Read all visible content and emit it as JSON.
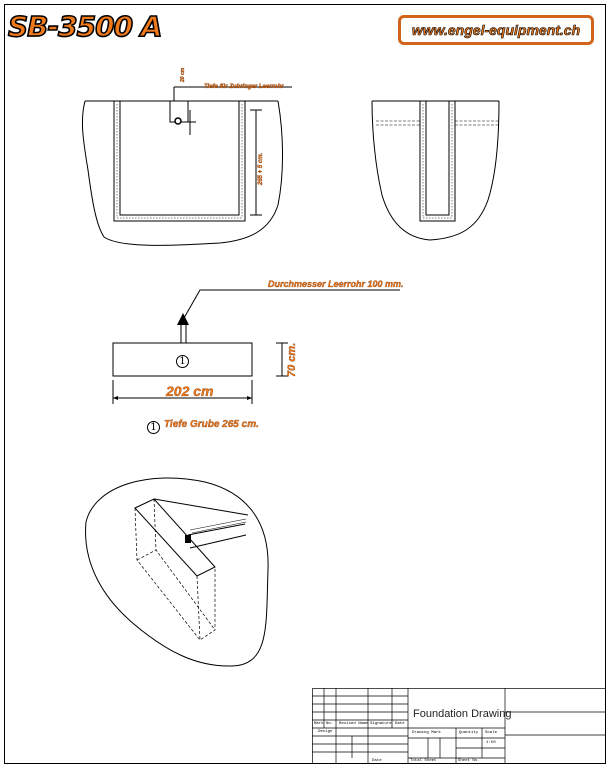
{
  "header": {
    "brand": "SB-3500 A",
    "url": "www.engel-equipment.ch"
  },
  "section_view": {
    "pipe_depth_dim": "20 cm",
    "pipe_depth_label": "Tiefe für Zubringer Leerrohr",
    "depth_dim": "265 + 5 cm."
  },
  "plan_view": {
    "pipe_diameter_label": "Durchmesser Leerrohr 100 mm.",
    "marker": "1",
    "width_dim": "70 cm.",
    "length_dim": "202 cm",
    "note_marker": "1",
    "note_text": "Tiefe Grube 265 cm."
  },
  "title_block": {
    "title": "Foundation Drawing",
    "mark": "Mark",
    "no": "No.",
    "revised_name": "Revised Name",
    "signature": "Signature",
    "date_head": "Date",
    "design": "Design",
    "drawing_mark": "Drawing Mark",
    "quantity": "Quantity",
    "scale": "Scale",
    "scale_value": "1:50",
    "date": "Date",
    "total_sheet": "Total Sheet",
    "sheet_no": "Sheet No."
  },
  "colors": {
    "accent": "#f07a1a",
    "accent_border": "#d0651b",
    "line": "#000000"
  }
}
